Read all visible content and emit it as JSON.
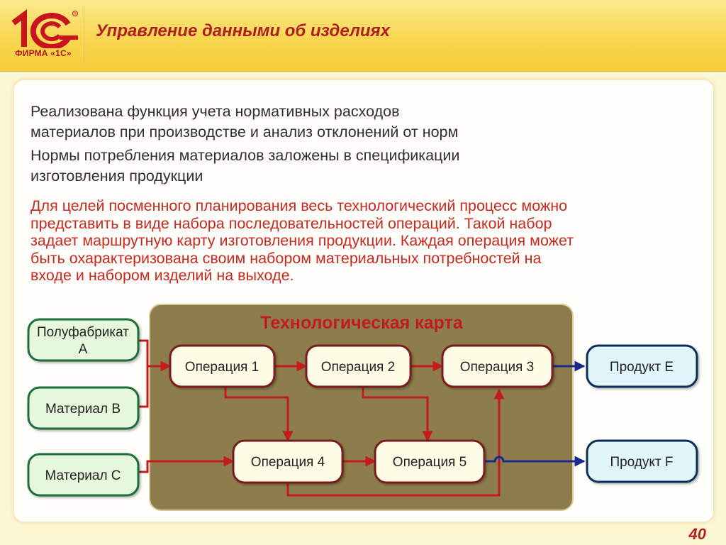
{
  "header": {
    "logo_caption": "ФИРМА «1С»",
    "title": "Управление данными об изделиях"
  },
  "content": {
    "paragraph1": [
      "Реализована функция учета нормативных расходов",
      "материалов при производстве и анализ отклонений от норм"
    ],
    "paragraph2": [
      "Нормы потребления материалов заложены в спецификации",
      "изготовления продукции"
    ],
    "paragraph3": [
      "Для целей посменного планирования весь технологический процесс можно",
      "представить в виде набора последовательностей операций. Такой набор",
      "задает маршрутную карту изготовления продукции. Каждая операция может",
      "быть охарактеризована своим набором материальных потребностей на",
      "входе и набором изделий на выходе."
    ]
  },
  "diagram": {
    "title": "Технологическая карта",
    "inputs": [
      [
        "Полуфабрикат",
        "А"
      ],
      "Материал В",
      "Материал С"
    ],
    "operations": [
      "Операция 1",
      "Операция 2",
      "Операция 3",
      "Операция 4",
      "Операция 5"
    ],
    "outputs": [
      "Продукт Е",
      "Продукт F"
    ]
  },
  "colors": {
    "title_red": "#b01e1e",
    "text_red": "#c9291e",
    "map_bg": "#8e7d4c",
    "input_fill": "#e6f8dc",
    "input_border": "#1f6e3a",
    "operation_fill": "#fffde5",
    "operation_border": "#7a1a1a",
    "output_fill": "#e0f6fb",
    "output_border": "#0c2f5a",
    "arrow_red": "#c21b1b",
    "arrow_blue": "#1a2a8c"
  },
  "page_number": "40"
}
